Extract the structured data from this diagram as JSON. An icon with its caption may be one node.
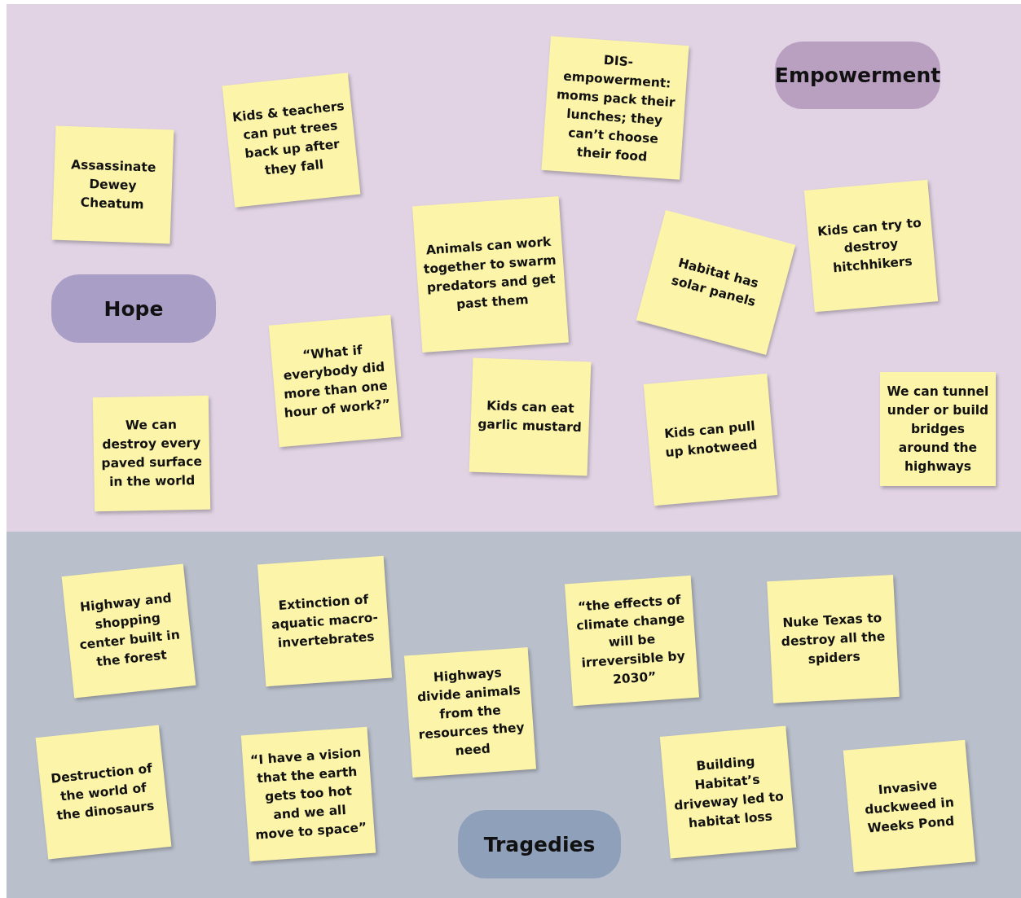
{
  "diagram": {
    "nodes": [
      {
        "text": [],
        "shape": "box"
      },
      {
        "text": [
          "Assassinate Dewey Cheatum"
        ],
        "in": 0
      },
      {
        "text": [
          "Kids & teachers can put trees back up after they fall"
        ],
        "in": 0
      },
      {
        "text": [
          "DIS-empowerment: moms pack their lunches; they can’t choose their food"
        ],
        "in": 0
      },
      {
        "text": [
          "Empowerment"
        ],
        "in": 0
      },
      {
        "text": [
          "Hope"
        ],
        "in": 0
      },
      {
        "text": [
          "Animals can work together to swarm predators and get past them"
        ],
        "in": 0
      },
      {
        "text": [
          "Habitat has solar panels"
        ],
        "in": 0
      },
      {
        "text": [
          "Kids can try to destroy hitchhikers"
        ],
        "in": 0
      },
      {
        "text": [
          "“What if everybody did more than one hour of work?”"
        ],
        "in": 0
      },
      {
        "text": [
          "Kids can eat garlic mustard"
        ],
        "in": 0
      },
      {
        "text": [
          "We can destroy every paved surface in the world"
        ],
        "in": 0
      },
      {
        "text": [
          "Kids can pull up knotweed"
        ],
        "in": 0
      },
      {
        "text": [
          "We can tunnel under or build bridges around the highways"
        ],
        "in": 0
      },
      {
        "text": [],
        "shape": "box"
      },
      {
        "text": [
          "Highway and shopping center built in the forest"
        ],
        "in": 14
      },
      {
        "text": [
          "Extinction of aquatic macro-invertebrates"
        ],
        "in": 14
      },
      {
        "text": [
          "“the effects of climate change will be irreversible by 2030”"
        ],
        "in": 14
      },
      {
        "text": [
          "Nuke Texas to destroy all the spiders"
        ],
        "in": 14
      },
      {
        "text": [
          "Highways divide animals from the resources they need"
        ],
        "in": 14
      },
      {
        "text": [
          "Destruction of the world of the dinosaurs"
        ],
        "in": 14
      },
      {
        "text": [
          "“I have a vision that the earth gets too hot and we all move to space”"
        ],
        "in": 14
      },
      {
        "text": [
          "Building Habitat’s driveway led to habitat loss"
        ],
        "in": 14
      },
      {
        "text": [
          "Tragedies"
        ],
        "in": 14
      },
      {
        "text": [
          "Invasive duckweed in Weeks Pond"
        ],
        "in": 14
      }
    ]
  }
}
